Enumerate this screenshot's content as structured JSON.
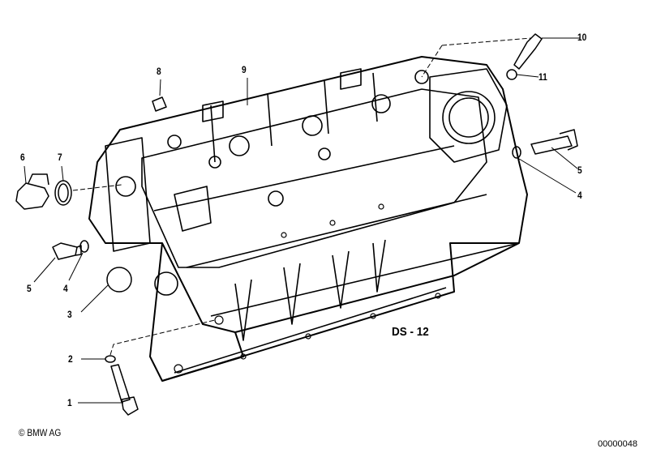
{
  "diagram": {
    "callouts": [
      {
        "id": "c10",
        "number": "10"
      },
      {
        "id": "c11",
        "number": "11"
      },
      {
        "id": "c8",
        "number": "8"
      },
      {
        "id": "c9",
        "number": "9"
      },
      {
        "id": "c6",
        "number": "6"
      },
      {
        "id": "c7",
        "number": "7"
      },
      {
        "id": "c5r",
        "number": "5"
      },
      {
        "id": "c4r",
        "number": "4"
      },
      {
        "id": "c5l",
        "number": "5"
      },
      {
        "id": "c4l",
        "number": "4"
      },
      {
        "id": "c3",
        "number": "3"
      },
      {
        "id": "c2",
        "number": "2"
      },
      {
        "id": "c1",
        "number": "1"
      }
    ],
    "group_code": "DS - 12",
    "copyright": "© BMW AG",
    "image_number": "00000048"
  },
  "colors": {
    "line": "#000000",
    "background": "#ffffff"
  }
}
